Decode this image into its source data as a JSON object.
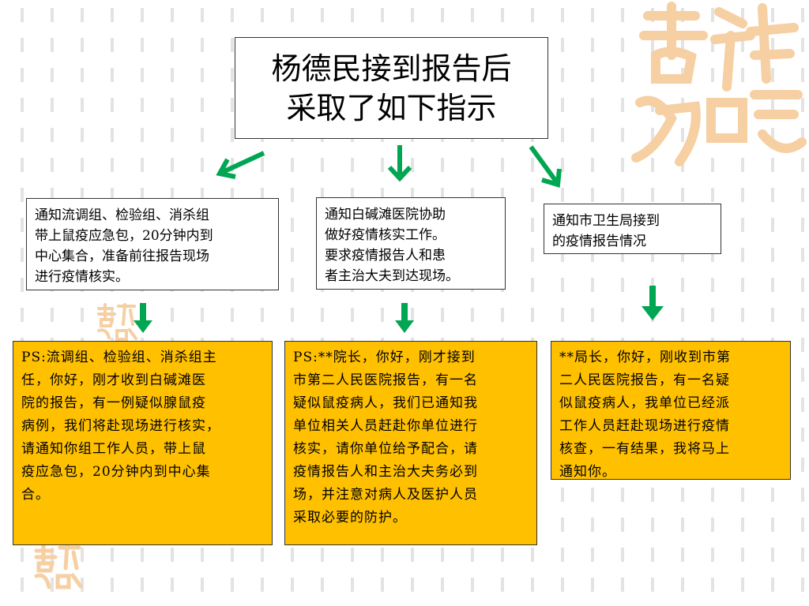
{
  "title": {
    "line1": "杨德民接到报告后",
    "line2": "采取了如下指示"
  },
  "actions": [
    {
      "lines": [
        "通知流调组、检验组、消杀组",
        "带上鼠疫应急包，20分钟内到",
        "中心集合，准备前往报告现场",
        "进行疫情核实。"
      ]
    },
    {
      "lines": [
        "通知白碱滩医院协助",
        "做好疫情核实工作。",
        "要求疫情报告人和患",
        "者主治大夫到达现场。"
      ]
    },
    {
      "lines": [
        "通知市卫生局接到",
        "的疫情报告情况"
      ]
    }
  ],
  "notes": [
    {
      "lines": [
        "PS:流调组、检验组、消杀组主",
        "任，你好，刚才收到白碱滩医",
        "院的报告，有一例疑似腺鼠疫",
        "病例，我们将赴现场进行核实，",
        "请通知你组工作人员，带上鼠",
        "疫应急包，20分钟内到中心集",
        "合。"
      ]
    },
    {
      "lines": [
        "PS:**院长，你好，刚才接到",
        "市第二人民医院报告，有一名",
        "疑似鼠疫病人，我们已通知我",
        "单位相关人员赶赴你单位进行",
        "核实，请你单位给予配合，请",
        "疫情报告人和主治大夫务必到",
        "场，并注意对病人及医护人员",
        "采取必要的防护。"
      ]
    },
    {
      "lines": [
        "**局长，你好，刚收到市第",
        "二人民医院报告，有一名疑",
        "似鼠疫病人，我单位已经派",
        "工作人员赶赴现场进行疫情",
        "核查，一有结果，我将马上",
        "通知你。"
      ]
    }
  ],
  "decoration": {
    "logo_text": "吉祥如意",
    "arrow_color": "#00a651",
    "note_color": "#ffc000",
    "pattern_color": "#e3e3e3",
    "logo_color": "#f6cfa3"
  }
}
